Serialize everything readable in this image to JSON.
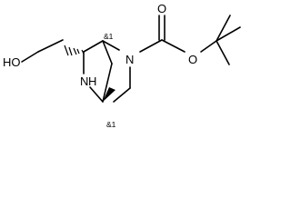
{
  "molecule": {
    "atoms": {
      "oh": "HO",
      "nh": "N",
      "nh_h": "H",
      "n_ring": "N",
      "o_carbonyl": "O",
      "o_ester": "O"
    },
    "stereo_labels": {
      "top": "&1",
      "bottom": "&1"
    }
  }
}
